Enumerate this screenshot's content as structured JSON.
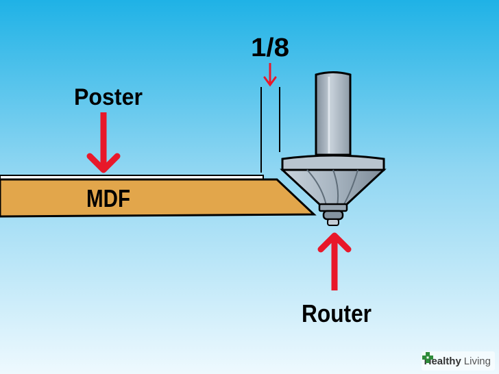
{
  "labels": {
    "measure": "1/8",
    "poster": "Poster",
    "mdf": "MDF",
    "router": "Router"
  },
  "watermark": {
    "brand_bold": "Healthy",
    "brand_light": "Living",
    "icon": "plus-cross-icon"
  },
  "colors": {
    "sky_top": "#1fb2e6",
    "sky_bottom": "#e8f7fd",
    "mdf_fill": "#e2a64b",
    "arrow_red": "#e8182a",
    "bit_gray": "#a9b6c2"
  }
}
